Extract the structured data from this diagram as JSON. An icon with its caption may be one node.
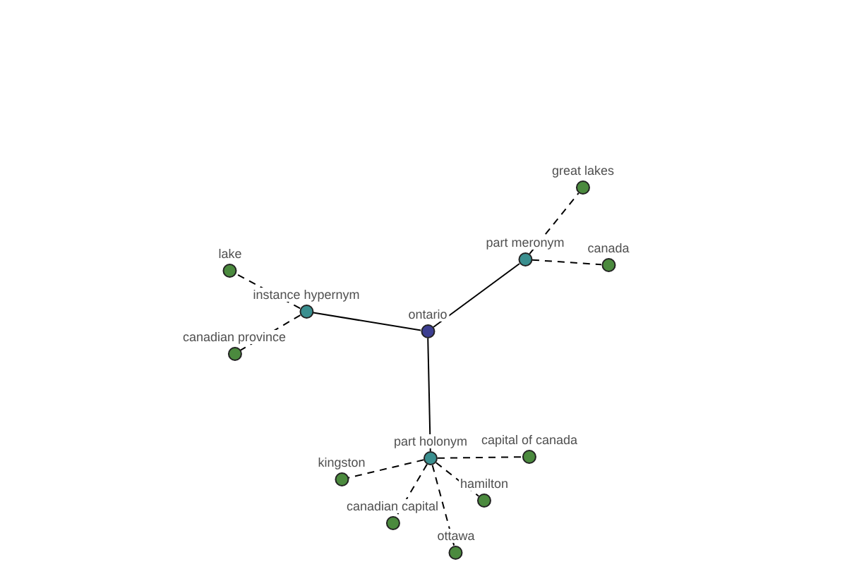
{
  "diagram": {
    "nodes": [
      {
        "text": [
          "ontario"
        ]
      },
      {
        "text": [
          "instance hypernym"
        ]
      },
      {
        "text": [
          "lake"
        ]
      },
      {
        "text": [
          "canadian province"
        ]
      },
      {
        "text": [
          "part meronym"
        ]
      },
      {
        "text": [
          "great lakes"
        ]
      },
      {
        "text": [
          "canada"
        ]
      },
      {
        "text": [
          "part holonym"
        ]
      },
      {
        "text": [
          "capital of canada"
        ]
      },
      {
        "text": [
          "kingston"
        ]
      },
      {
        "text": [
          "hamilton"
        ]
      },
      {
        "text": [
          "canadian capital"
        ]
      },
      {
        "text": [
          "ottawa"
        ]
      }
    ],
    "edges": [
      {
        "from": 0,
        "to": 1,
        "arrow": "none"
      },
      {
        "from": 0,
        "to": 4,
        "arrow": "none"
      },
      {
        "from": 0,
        "to": 7,
        "arrow": "none"
      },
      {
        "from": 1,
        "to": 2,
        "arrow": "none",
        "style": "dashed"
      },
      {
        "from": 1,
        "to": 3,
        "arrow": "none",
        "style": "dashed"
      },
      {
        "from": 4,
        "to": 5,
        "arrow": "none",
        "style": "dashed"
      },
      {
        "from": 4,
        "to": 6,
        "arrow": "none",
        "style": "dashed"
      },
      {
        "from": 7,
        "to": 8,
        "arrow": "none",
        "style": "dashed"
      },
      {
        "from": 7,
        "to": 9,
        "arrow": "none",
        "style": "dashed"
      },
      {
        "from": 7,
        "to": 10,
        "arrow": "none",
        "style": "dashed"
      },
      {
        "from": 7,
        "to": 11,
        "arrow": "none",
        "style": "dashed"
      },
      {
        "from": 7,
        "to": 12,
        "arrow": "none",
        "style": "dashed"
      }
    ]
  }
}
